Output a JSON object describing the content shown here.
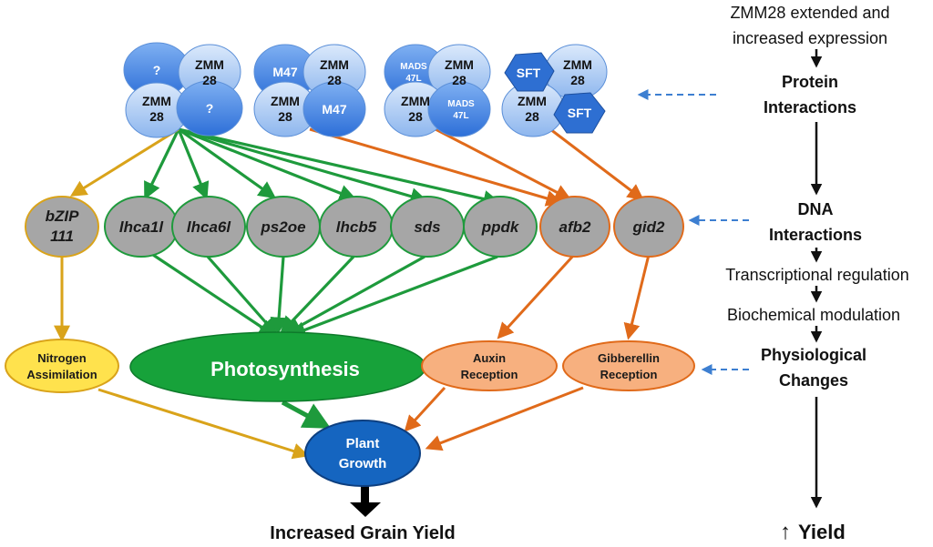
{
  "colors": {
    "blue_dark": "#2f6fd6",
    "blue_light": "#a9c9f0",
    "blue_mid": "#5a93e6",
    "green": "#1e9a3c",
    "orange": "#e06a1a",
    "gold": "#d9a31a",
    "gray_node": "#a6a6a6",
    "photosynthesis": "#17a23a",
    "nitrogen": "#ffe24d",
    "auxin": "#f7b07f",
    "plant_growth": "#1565c0",
    "dashed_arrow": "#3d7fd1"
  },
  "complexes": [
    {
      "a": "?",
      "b": "ZMM",
      "b2": "28",
      "c": "ZMM",
      "c2": "28",
      "d": "?"
    },
    {
      "a": "M47",
      "b": "ZMM",
      "b2": "28",
      "c": "ZMM",
      "c2": "28",
      "d": "M47"
    },
    {
      "a": "MADS",
      "a2": "47L",
      "b": "ZMM",
      "b2": "28",
      "c": "ZMM",
      "c2": "28",
      "d": "MADS",
      "d2": "47L"
    },
    {
      "a": "SFT",
      "b": "ZMM",
      "b2": "28",
      "c": "ZMM",
      "c2": "28",
      "d": "SFT"
    }
  ],
  "genes": {
    "bzip_1": "bZIP",
    "bzip_2": "111",
    "lhca1l": "lhca1l",
    "lhca6l": "lhca6l",
    "ps2oe": "ps2oe",
    "lhcb5": "lhcb5",
    "sds": "sds",
    "ppdk": "ppdk",
    "afb2": "afb2",
    "gid2": "gid2"
  },
  "physiology": {
    "nitrogen_1": "Nitrogen",
    "nitrogen_2": "Assimilation",
    "photosynthesis": "Photosynthesis",
    "auxin_1": "Auxin",
    "auxin_2": "Reception",
    "gibberellin_1": "Gibberellin",
    "gibberellin_2": "Reception",
    "plant_growth_1": "Plant",
    "plant_growth_2": "Growth"
  },
  "outcome": "Increased Grain Yield",
  "sidebar": {
    "intro_1": "ZMM28 extended and",
    "intro_2": "increased expression",
    "protein_1": "Protein",
    "protein_2": "Interactions",
    "dna_1": "DNA",
    "dna_2": "Interactions",
    "transcriptional": "Transcriptional regulation",
    "biochemical": "Biochemical modulation",
    "physio_1": "Physiological",
    "physio_2": "Changes",
    "yield_arrow": "↑",
    "yield": "Yield"
  }
}
